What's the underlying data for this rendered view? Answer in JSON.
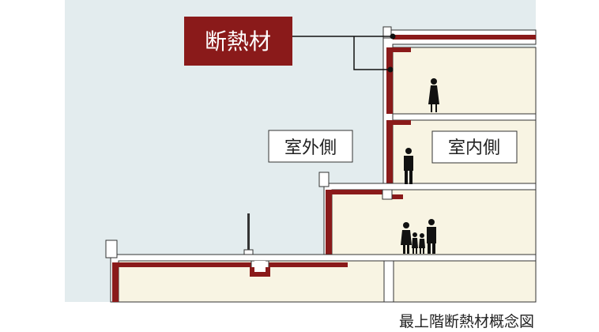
{
  "diagram": {
    "insulation_label": "断熱材",
    "outdoor_label": "室外側",
    "indoor_label": "室内側",
    "caption": "最上階断熱材概念図"
  },
  "colors": {
    "sky": "#e3ecee",
    "room": "#f8f4e3",
    "insulation": "#8a1a1a",
    "label_bg": "#8a1a1a",
    "wall": "#ffffff",
    "outline": "#333333",
    "people": "#111111"
  }
}
